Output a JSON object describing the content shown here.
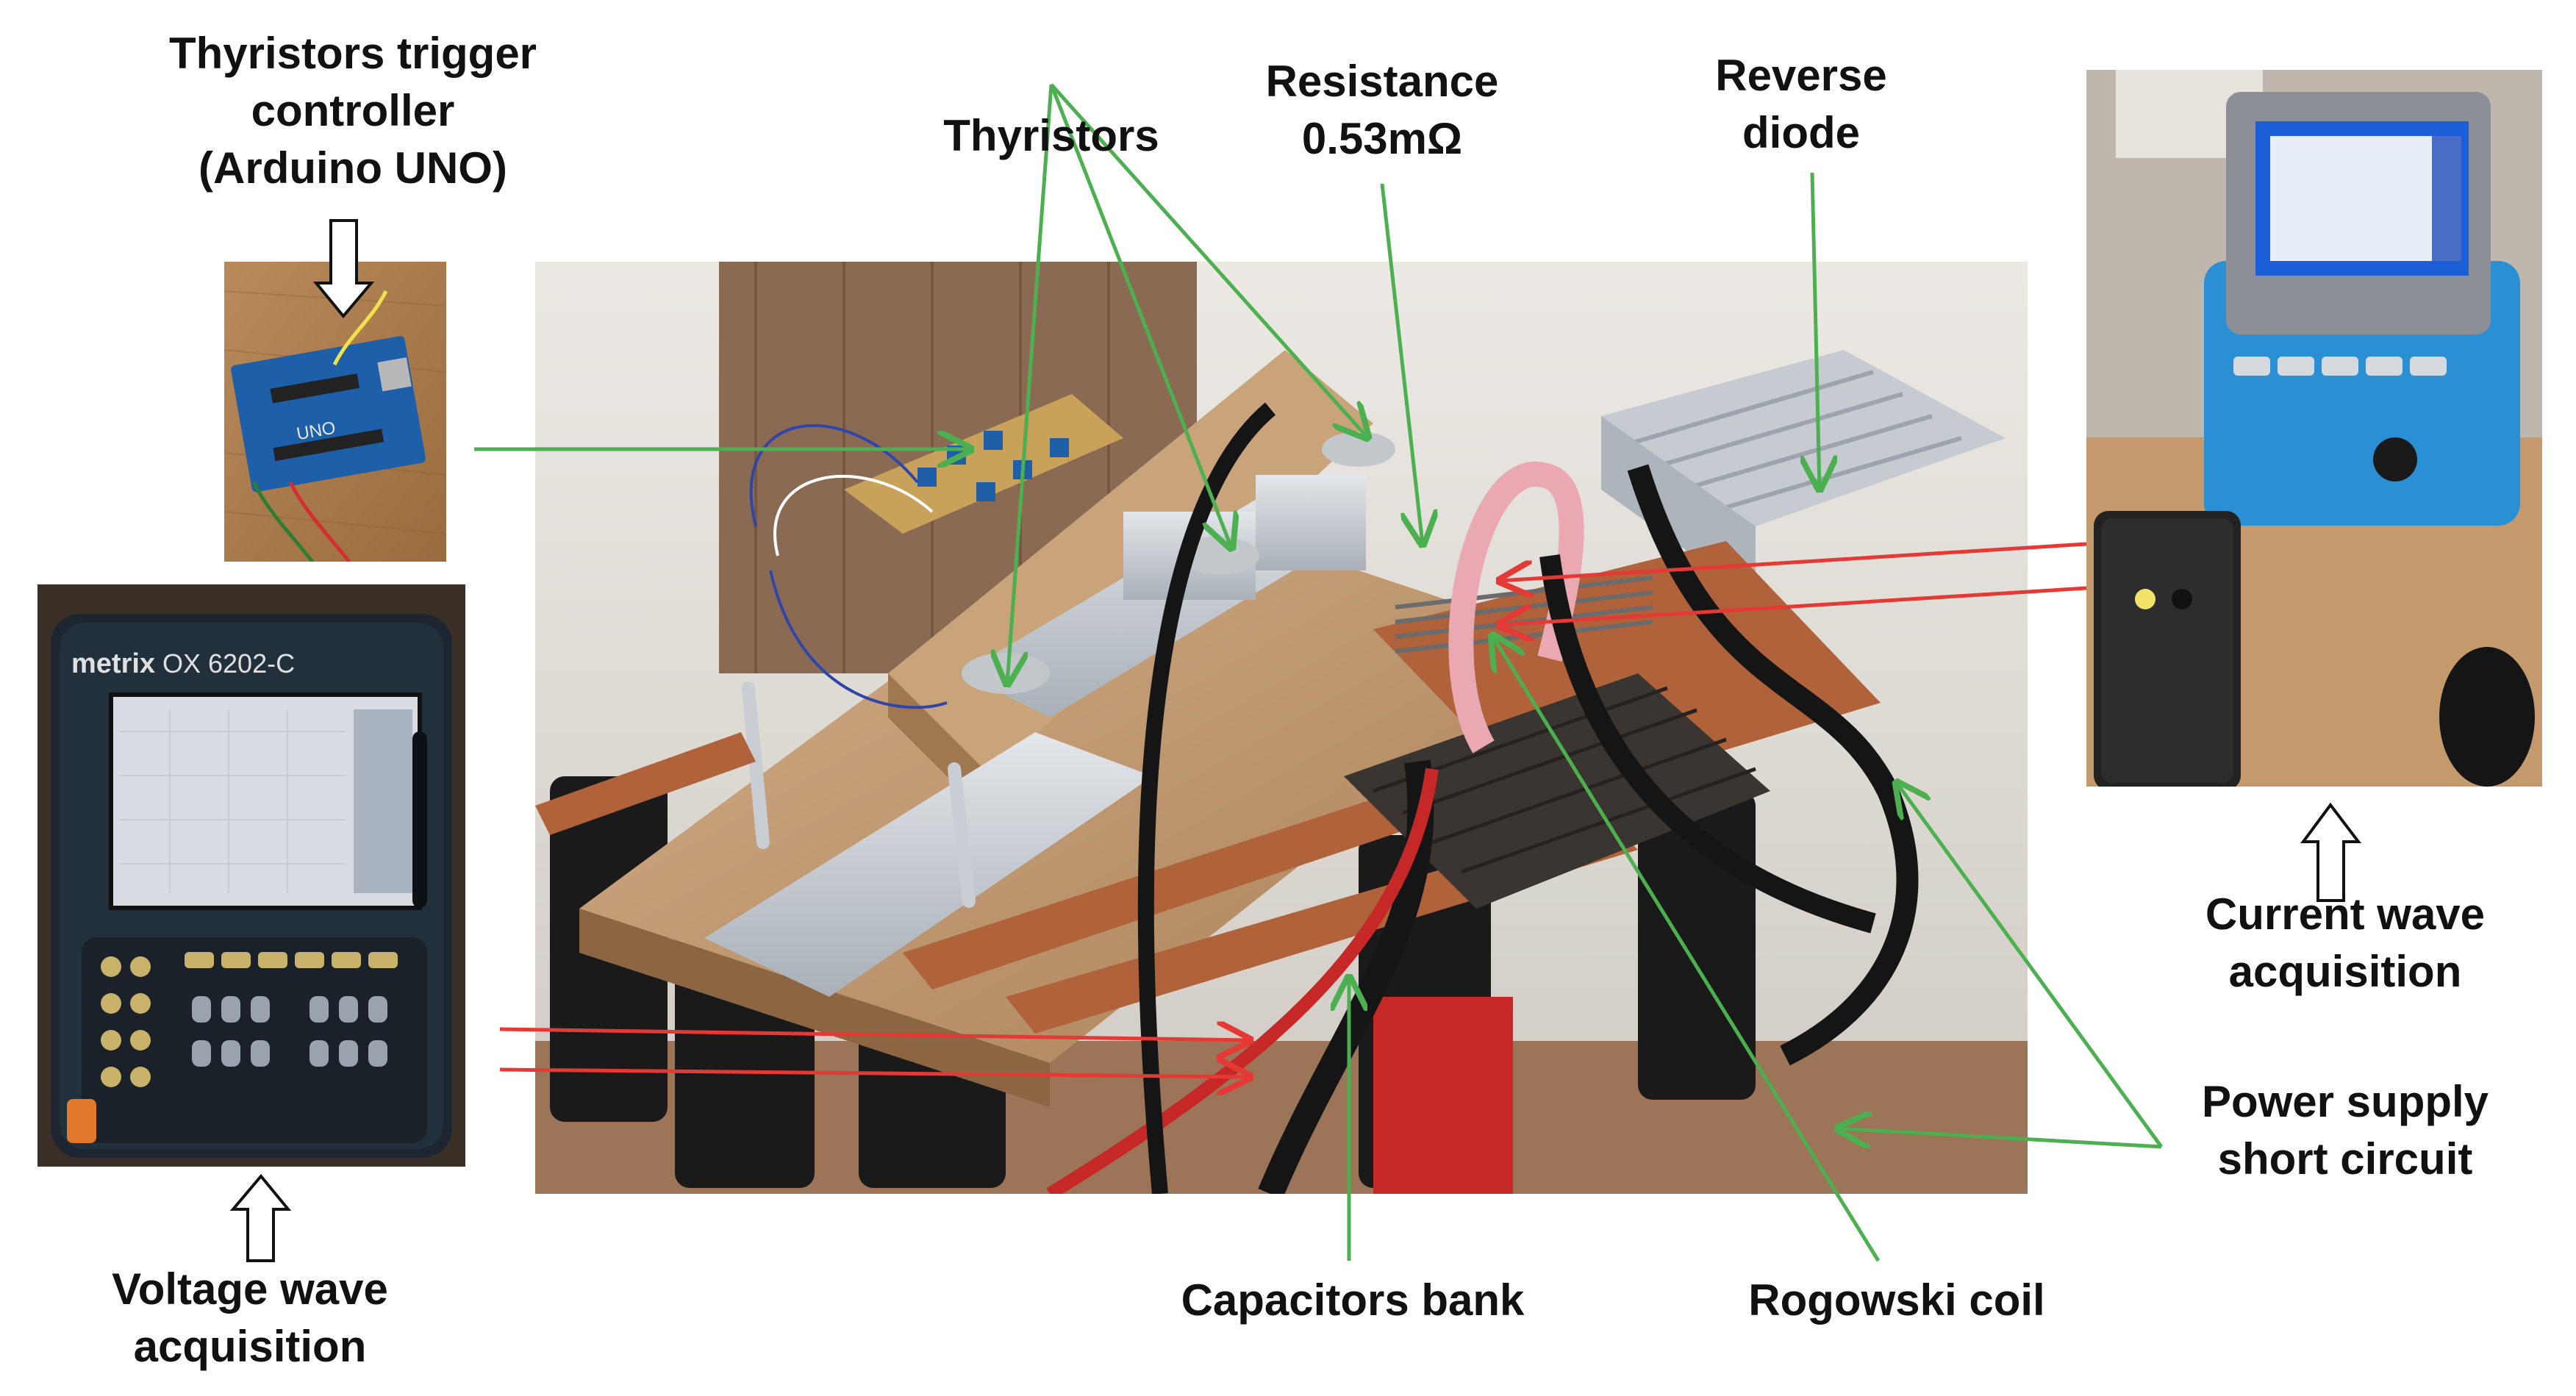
{
  "labels": {
    "trigger_controller": [
      "Thyristors trigger",
      "controller",
      "(Arduino UNO)"
    ],
    "thyristors": "Thyristors",
    "resistance": [
      "Resistance",
      "0.53mΩ"
    ],
    "reverse_diode": [
      "Reverse",
      "diode"
    ],
    "current_wave": [
      "Current wave",
      "acquisition"
    ],
    "voltage_wave": [
      "Voltage wave",
      "acquisition"
    ],
    "power_supply": [
      "Power supply",
      "short circuit"
    ],
    "capacitors_bank": "Capacitors bank",
    "rogowski_coil": "Rogowski coil"
  },
  "devices": {
    "oscilloscope_brand": "metrix",
    "oscilloscope_model": "OX 6202-C",
    "arduino_mark": "UNO"
  },
  "colors": {
    "green_arrow": "#4caf50",
    "red_arrow": "#e53935",
    "text": "#111111",
    "wood": "#c49a6c",
    "copper": "#b0623a"
  }
}
